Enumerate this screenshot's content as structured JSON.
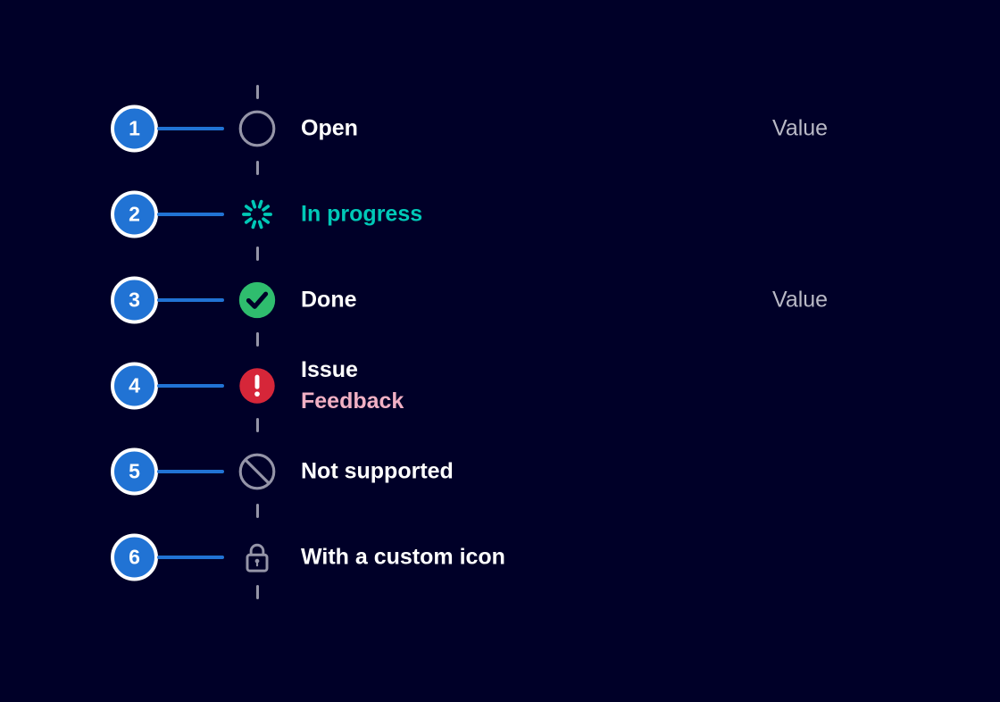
{
  "colors": {
    "background": "#000028",
    "accent-blue": "#2173d4",
    "badge-ring": "#ffffff",
    "neutral-gray": "#9595a8",
    "value-gray": "#b9b9c6",
    "teal": "#00c9b7",
    "green": "#2fbd6e",
    "red": "#d62639",
    "pink": "#f1b0c4",
    "text-white": "#ffffff",
    "check-stroke": "#000028"
  },
  "timeline": {
    "items": [
      {
        "number": "1",
        "status": "open",
        "label": "Open",
        "value": "Value",
        "icon": "open-circle-icon"
      },
      {
        "number": "2",
        "status": "in-progress",
        "label": "In progress",
        "icon": "spinner-icon"
      },
      {
        "number": "3",
        "status": "done",
        "label": "Done",
        "value": "Value",
        "icon": "done-check-icon"
      },
      {
        "number": "4",
        "status": "issue",
        "label": "Issue",
        "sublabel": "Feedback",
        "icon": "issue-exclamation-icon"
      },
      {
        "number": "5",
        "status": "not-supported",
        "label": "Not supported",
        "icon": "not-supported-icon"
      },
      {
        "number": "6",
        "status": "custom",
        "label": "With a custom icon",
        "icon": "lock-icon"
      }
    ]
  }
}
